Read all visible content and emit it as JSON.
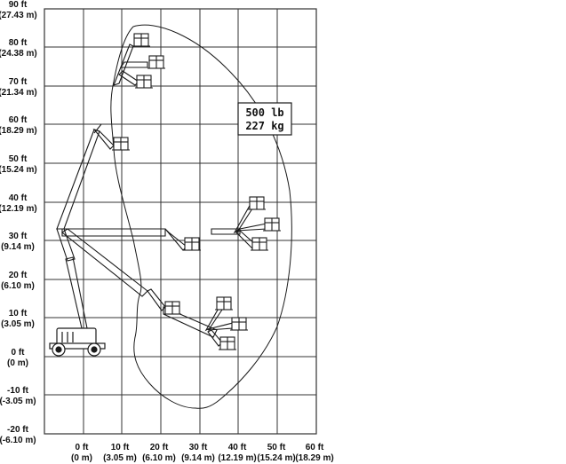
{
  "diagram": {
    "y_axis_labels": [
      {
        "ft": "90 ft",
        "m": "(27.43 m)"
      },
      {
        "ft": "80 ft",
        "m": "(24.38 m)"
      },
      {
        "ft": "70 ft",
        "m": "(21.34 m)"
      },
      {
        "ft": "60 ft",
        "m": "(18.29 m)"
      },
      {
        "ft": "50 ft",
        "m": "(15.24 m)"
      },
      {
        "ft": "40 ft",
        "m": "(12.19 m)"
      },
      {
        "ft": "30 ft",
        "m": "(9.14 m)"
      },
      {
        "ft": "20 ft",
        "m": "(6.10 m)"
      },
      {
        "ft": "10 ft",
        "m": "(3.05 m)"
      },
      {
        "ft": "0 ft",
        "m": "(0 m)"
      },
      {
        "ft": "-10 ft",
        "m": "(-3.05 m)"
      },
      {
        "ft": "-20 ft",
        "m": "(-6.10 m)"
      }
    ],
    "x_axis_labels": [
      {
        "ft": "0 ft",
        "m": "(0 m)"
      },
      {
        "ft": "10 ft",
        "m": "(3.05 m)"
      },
      {
        "ft": "20 ft",
        "m": "(6.10 m)"
      },
      {
        "ft": "30 ft",
        "m": "(9.14 m)"
      },
      {
        "ft": "40 ft",
        "m": "(12.19 m)"
      },
      {
        "ft": "50 ft",
        "m": "(15.24 m)"
      },
      {
        "ft": "60 ft",
        "m": "(18.29 m)"
      }
    ],
    "capacity": {
      "line1": "500 lb",
      "line2": "227 kg"
    },
    "colors": {
      "grid": "#333333",
      "stroke": "#1a1a1a",
      "background": "#ffffff"
    }
  }
}
